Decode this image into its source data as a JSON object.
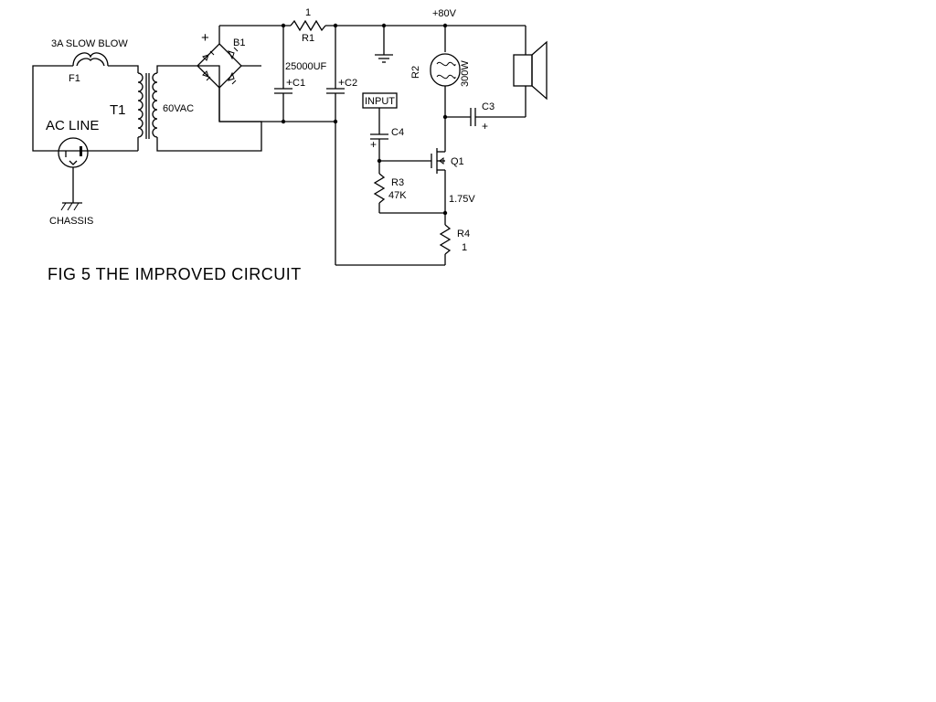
{
  "figure": {
    "caption": "FIG 5  THE IMPROVED CIRCUIT"
  },
  "labels": {
    "fuse_rating": "3A SLOW BLOW",
    "fuse_ref": "F1",
    "ac_line": "AC LINE",
    "transformer_ref": "T1",
    "secondary_voltage": "60VAC",
    "chassis": "CHASSIS",
    "bridge_ref": "B1",
    "bridge_plus": "+",
    "r1_value": "1",
    "r1_ref": "R1",
    "c1_value": "25000UF",
    "c1_ref": "C1",
    "c2_ref": "C2",
    "cap_plus": "+",
    "supply_voltage": "+80V",
    "r2_ref": "R2",
    "r2_value": "300W",
    "c3_ref": "C3",
    "input": "INPUT",
    "c4_ref": "C4",
    "q1_ref": "Q1",
    "r3_ref": "R3",
    "r3_value": "47K",
    "source_voltage": "1.75V",
    "r4_ref": "R4",
    "r4_value": "1"
  }
}
